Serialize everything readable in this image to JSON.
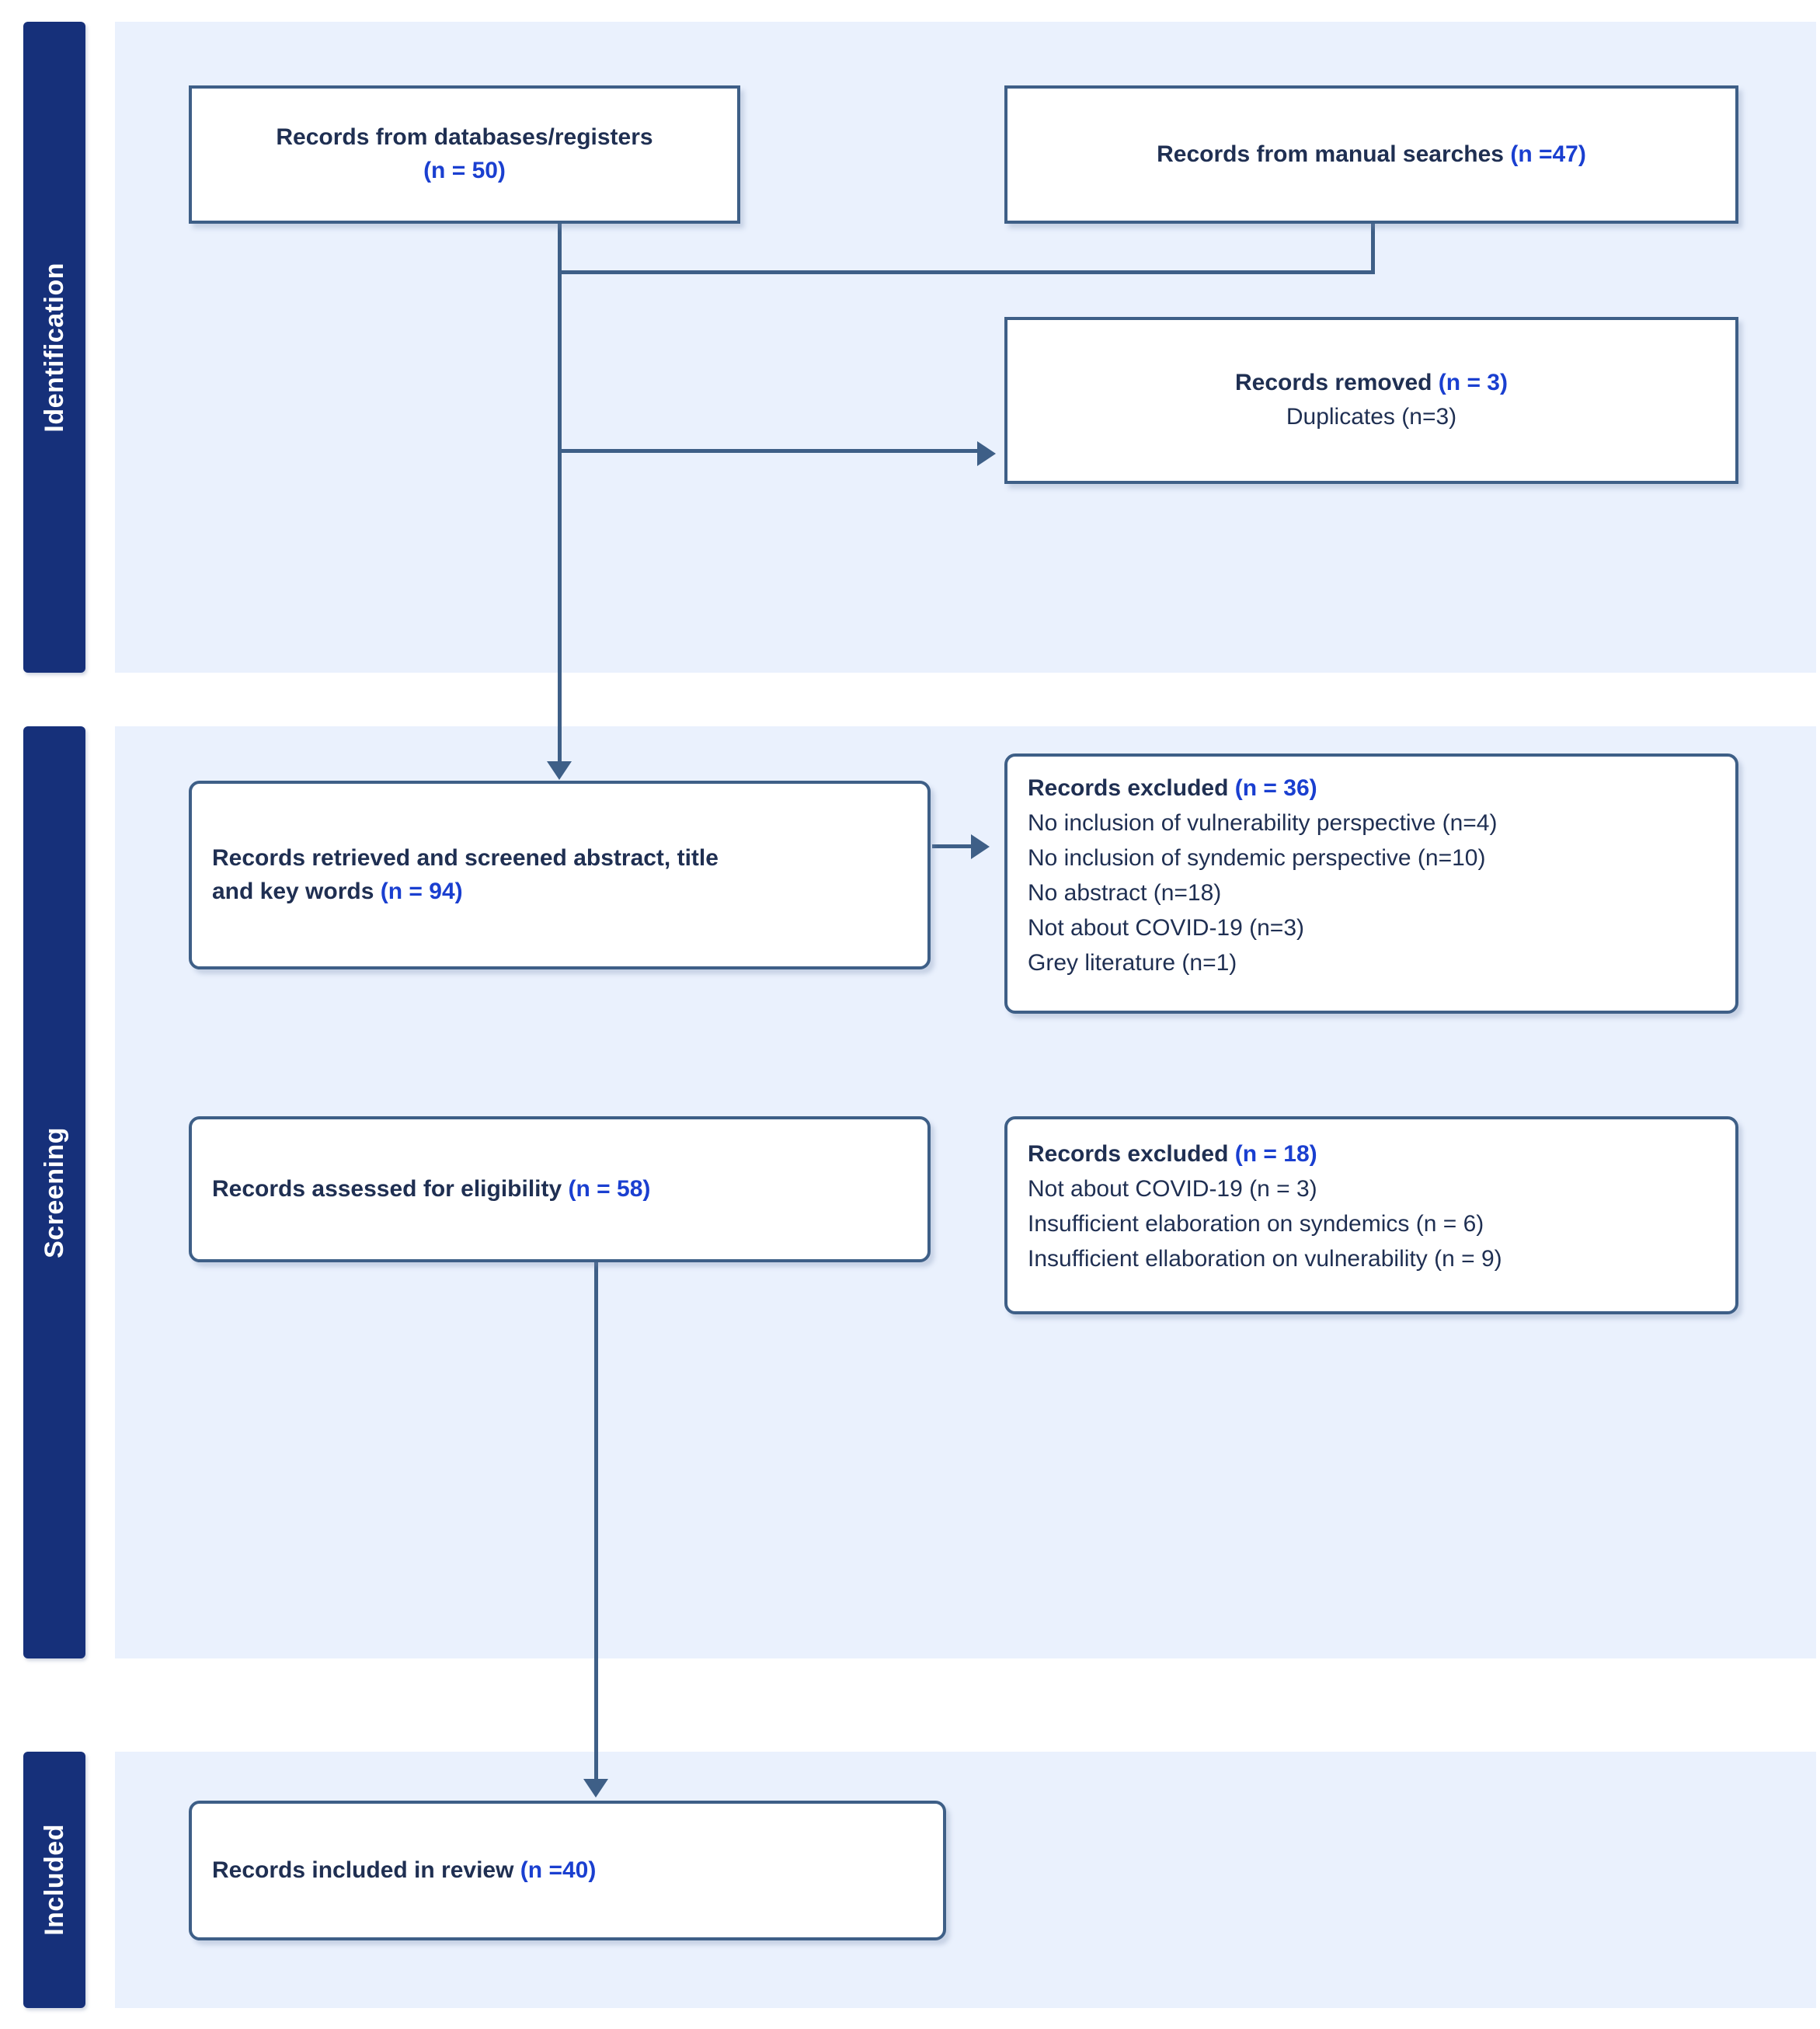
{
  "diagram": {
    "title": "PRISMA flow diagram",
    "colors": {
      "stage_bar": "#16307a",
      "stage_panel": "#eaf1fd",
      "box_border": "#3e5f87",
      "box_fill": "#ffffff",
      "text": "#1f2f52",
      "accent_number": "#1a3fd0",
      "connector": "#3e5f87"
    },
    "stages": [
      {
        "id": "identification",
        "label": "Identification"
      },
      {
        "id": "screening",
        "label": "Screening"
      },
      {
        "id": "included",
        "label": "Included"
      }
    ],
    "boxes": {
      "databases": {
        "line1": "Records from databases/registers",
        "line2_n": "(n = 50)"
      },
      "manual": {
        "text": "Records from manual searches ",
        "n": "(n =47)"
      },
      "removed": {
        "line1": "Records removed ",
        "line1_n": "(n = 3)",
        "line2": "Duplicates (n=3)"
      },
      "screened": {
        "line1": "Records retrieved and screened abstract, title",
        "line2": "and key words ",
        "line2_n": "(n = 94)"
      },
      "excluded_screening": {
        "head": "Records excluded ",
        "head_n": "(n = 36)",
        "reasons": [
          "No inclusion of vulnerability perspective (n=4)",
          "No inclusion of syndemic perspective (n=10)",
          "No abstract (n=18)",
          "Not about COVID-19 (n=3)",
          "Grey literature  (n=1)"
        ]
      },
      "eligibility": {
        "text": "Records assessed for eligibility ",
        "n": "(n = 58)"
      },
      "excluded_eligibility": {
        "head": "Records excluded ",
        "head_n": "(n = 18)",
        "reasons": [
          "Not about COVID-19 (n = 3)",
          "Insufficient elaboration on syndemics (n = 6)",
          "Insufficient ellaboration on vulnerability (n = 9)"
        ]
      },
      "included": {
        "text": "Records included in review ",
        "n": "(n =40)"
      }
    },
    "connectors": [
      {
        "id": "databases-to-screened",
        "from": "databases",
        "to": "screened"
      },
      {
        "id": "manual-to-trunk",
        "from": "manual",
        "to": "trunk"
      },
      {
        "id": "trunk-to-removed",
        "from": "trunk",
        "to": "removed"
      },
      {
        "id": "screened-to-excluded-screening",
        "from": "screened",
        "to": "excluded_screening"
      },
      {
        "id": "eligibility-to-included",
        "from": "eligibility",
        "to": "included"
      }
    ]
  }
}
